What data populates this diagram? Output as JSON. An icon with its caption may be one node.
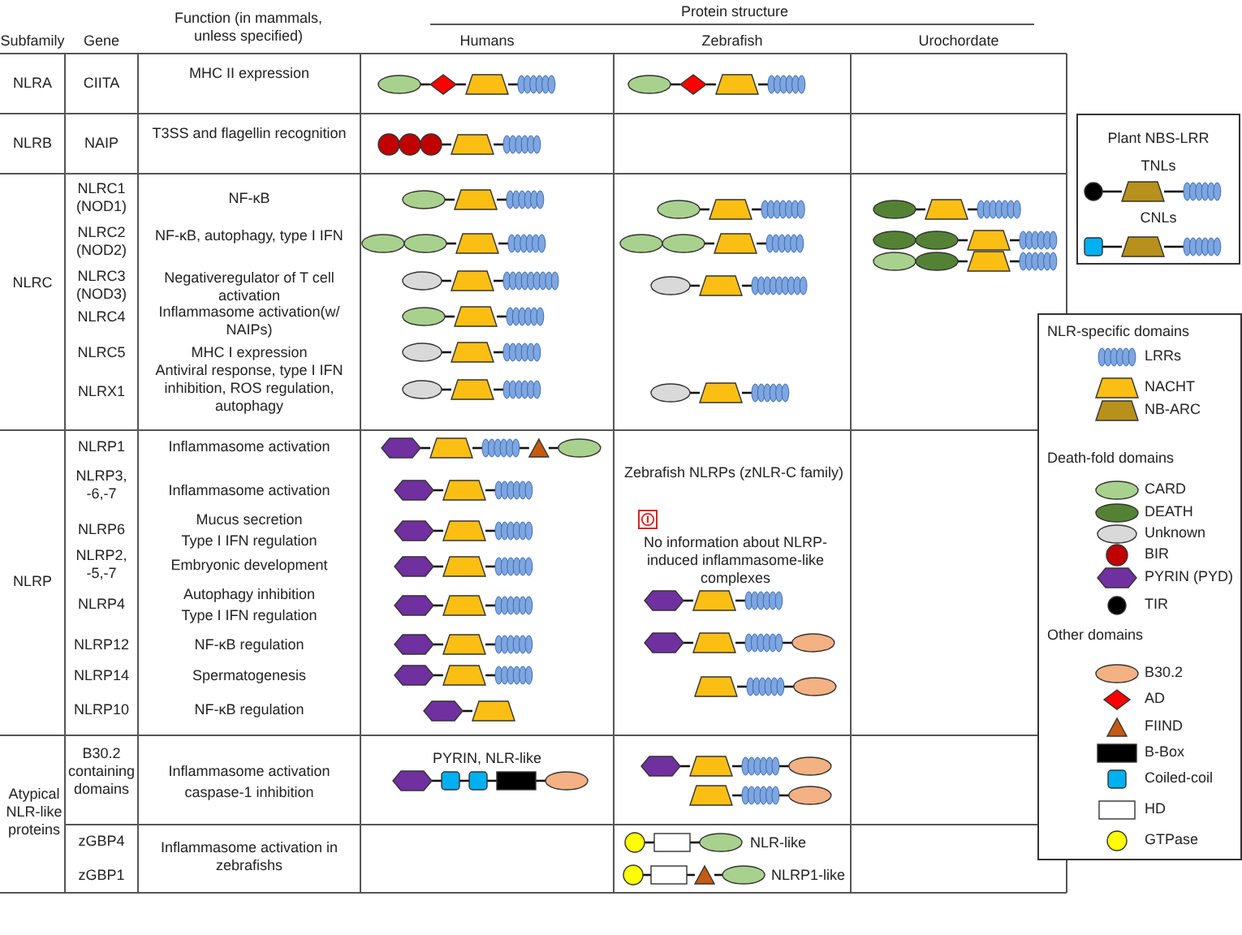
{
  "diagram": {
    "labels": [
      "Subfamily",
      "Gene",
      "Function (in mammals, unless specified)",
      "Protein structure",
      "Humans",
      "Zebrafish",
      "Urochordate",
      "NLRA",
      "CIITA",
      "MHC II expression",
      "NLRB",
      "NAIP",
      "T3SS and flagellin recognition",
      "NLRC",
      "NLRC1 (NOD1)",
      "NF-κB",
      "NLRC2 (NOD2)",
      "NF-κB, autophagy, type I IFN",
      "NLRC3 (NOD3)",
      "Negativeregulator of T cell activation",
      "NLRC4",
      "Inflammasome activation(w/ NAIPs)",
      "NLRC5",
      "MHC I expression",
      "NLRX1",
      "Antiviral response, type I IFN inhibition, ROS regulation, autophagy",
      "NLRP",
      "NLRP1",
      "Inflammasome activation",
      "NLRP3, -6,-7",
      "Inflammasome activation",
      "NLRP6",
      "Mucus secretion",
      "Type I IFN regulation",
      "NLRP2, -5,-7",
      "Embryonic development",
      "NLRP4",
      "Autophagy inhibition",
      "Type I IFN regulation",
      "NLRP12",
      "NF-κB regulation",
      "NLRP14",
      "Spermatogenesis",
      "NLRP10",
      "NF-κB regulation",
      "Zebrafish NLRPs (zNLR-C family)",
      "No information about NLRP-induced inflammasome-like complexes",
      "Atypical NLR-like proteins",
      "B30.2 containing domains",
      "Inflammasome activation",
      "caspase-1 inhibition",
      "PYRIN, NLR-like",
      "zGBP4",
      "zGBP1",
      "Inflammasome activation in zebrafishs",
      "NLR-like",
      "NLRP1-like",
      "Plant NBS-LRR",
      "TNLs",
      "CNLs",
      "NLR-specific domains",
      "Death-fold domains",
      "Other domains"
    ],
    "legend": [
      {
        "text": "LRRs",
        "color": "#7ea6e0"
      },
      {
        "text": "NACHT",
        "color": "#fbbf14"
      },
      {
        "text": "NB-ARC",
        "color": "#b8901c"
      },
      {
        "text": "CARD",
        "color": "#a9d18e"
      },
      {
        "text": "DEATH",
        "color": "#548235"
      },
      {
        "text": "Unknown",
        "color": "#d9d9d9"
      },
      {
        "text": "BIR",
        "color": "#c00000"
      },
      {
        "text": "PYRIN (PYD)",
        "color": "#7030a0"
      },
      {
        "text": "TIR",
        "color": "#000000"
      },
      {
        "text": "B30.2",
        "color": "#f4b183"
      },
      {
        "text": "AD",
        "color": "#ff0000"
      },
      {
        "text": "FIIND",
        "color": "#c55a11"
      },
      {
        "text": "B-Box",
        "color": "#000000"
      },
      {
        "text": "Coiled-coil",
        "color": "#00b0f0"
      },
      {
        "text": "HD"
      },
      {
        "text": "GTPase",
        "color": "#ffff00"
      }
    ]
  }
}
